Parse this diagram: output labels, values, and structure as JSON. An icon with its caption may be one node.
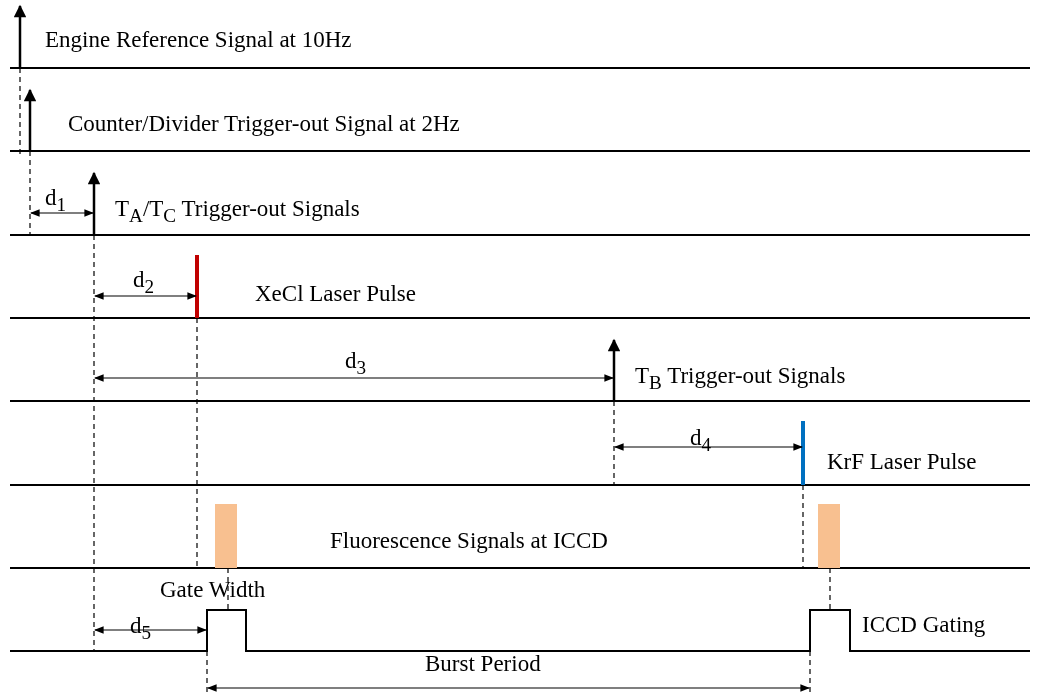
{
  "diagram": {
    "labels": [
      "Engine Reference Signal at 10Hz",
      "Counter/Divider Trigger-out Signal at 2Hz",
      "d$_{1}$",
      "T$_{A}$/T$_{C}$ Trigger-out Signals",
      "d$_{2}$",
      "XeCl Laser Pulse",
      "d$_{3}$",
      "T$_{B}$ Trigger-out Signals",
      "d$_{4}$",
      "KrF Laser Pulse",
      "Fluorescence Signals at ICCD",
      "Gate Width",
      "d$_{5}$",
      "ICCD Gating",
      "Burst Period"
    ]
  }
}
